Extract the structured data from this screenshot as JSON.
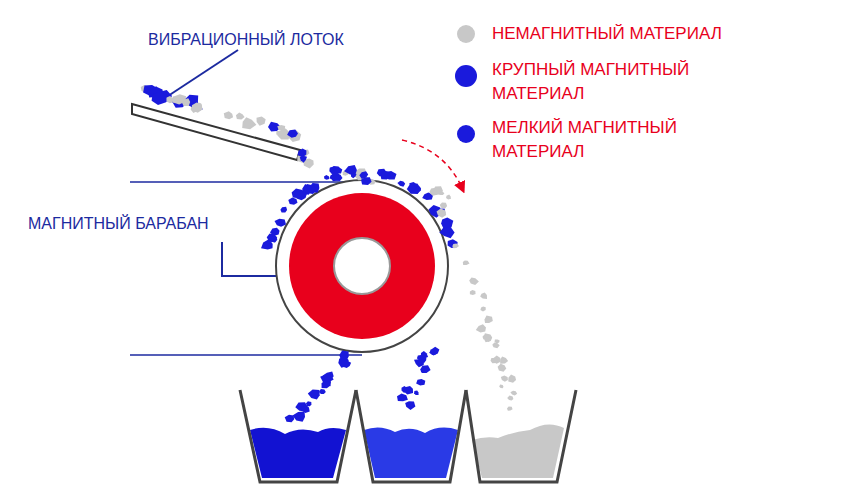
{
  "diagram": {
    "labels": [
      "ВИБРАЦИОННЫЙ ЛОТОК",
      "МАГНИТНЫЙ БАРАБАН"
    ],
    "legend": [
      {
        "text": "НЕМАГНИТНЫЙ МАТЕРИАЛ",
        "color": "#c8c8c8"
      },
      {
        "text": "КРУПНЫЙ МАГНИТНЫЙ МАТЕРИАЛ",
        "color": "#1a1adc"
      },
      {
        "text": "МЕЛКИЙ МАГНИТНЫЙ МАТЕРИАЛ",
        "color": "#1a1adc"
      }
    ]
  }
}
